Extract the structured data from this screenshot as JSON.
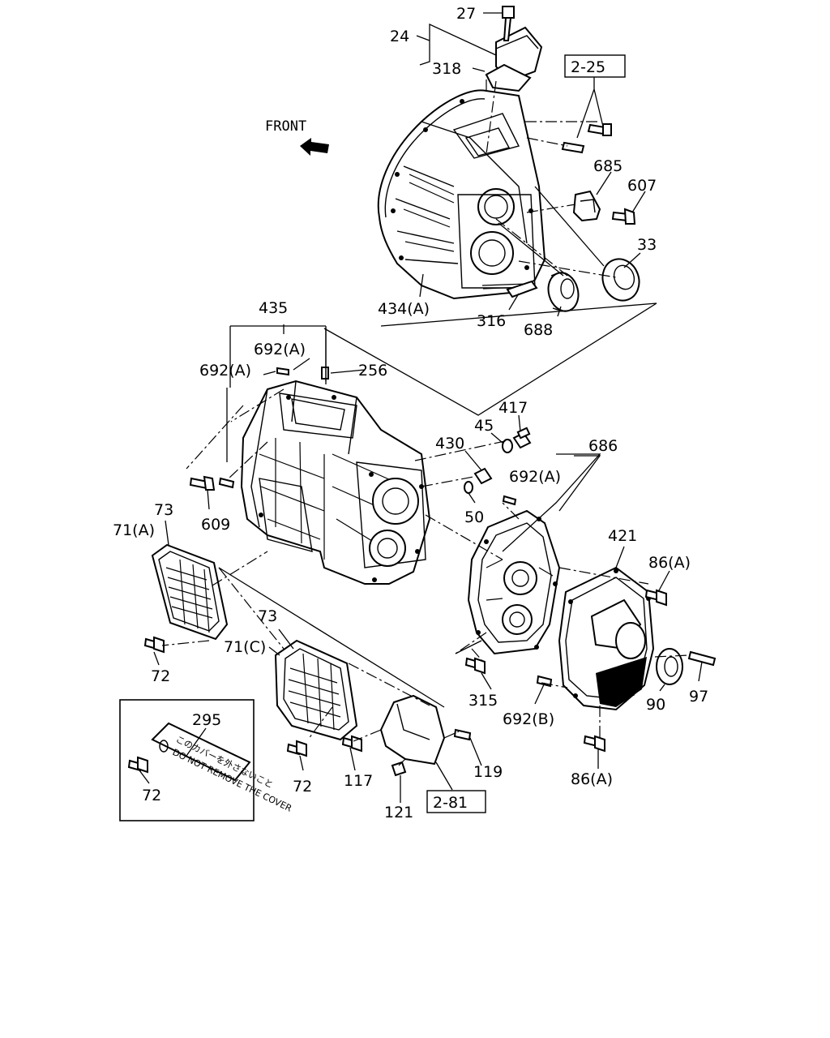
{
  "diagram": {
    "orientation": "FRONT",
    "note_plate": {
      "line1": "このカバーを外さないこと",
      "line2": "DO NOT REMOVE THE COVER"
    },
    "callouts": {
      "c27": "27",
      "c24": "24",
      "c318": "318",
      "c2_25": "2-25",
      "c685": "685",
      "c607": "607",
      "c33": "33",
      "c434a": "434(A)",
      "c316": "316",
      "c688": "688",
      "c435": "435",
      "c692a_1": "692(A)",
      "c692a_2": "692(A)",
      "c256": "256",
      "c417": "417",
      "c45": "45",
      "c430": "430",
      "c686": "686",
      "c692a_3": "692(A)",
      "c50": "50",
      "c609": "609",
      "c73_1": "73",
      "c71a": "71(A)",
      "c421": "421",
      "c86a_1": "86(A)",
      "c72_1": "72",
      "c73_2": "73",
      "c71c": "71(C)",
      "c315": "315",
      "c97": "97",
      "c90": "90",
      "c692b": "692(B)",
      "c295": "295",
      "c72_2": "72",
      "c72_3": "72",
      "c117": "117",
      "c119": "119",
      "c121": "121",
      "c2_81": "2-81",
      "c86a_2": "86(A)"
    }
  }
}
